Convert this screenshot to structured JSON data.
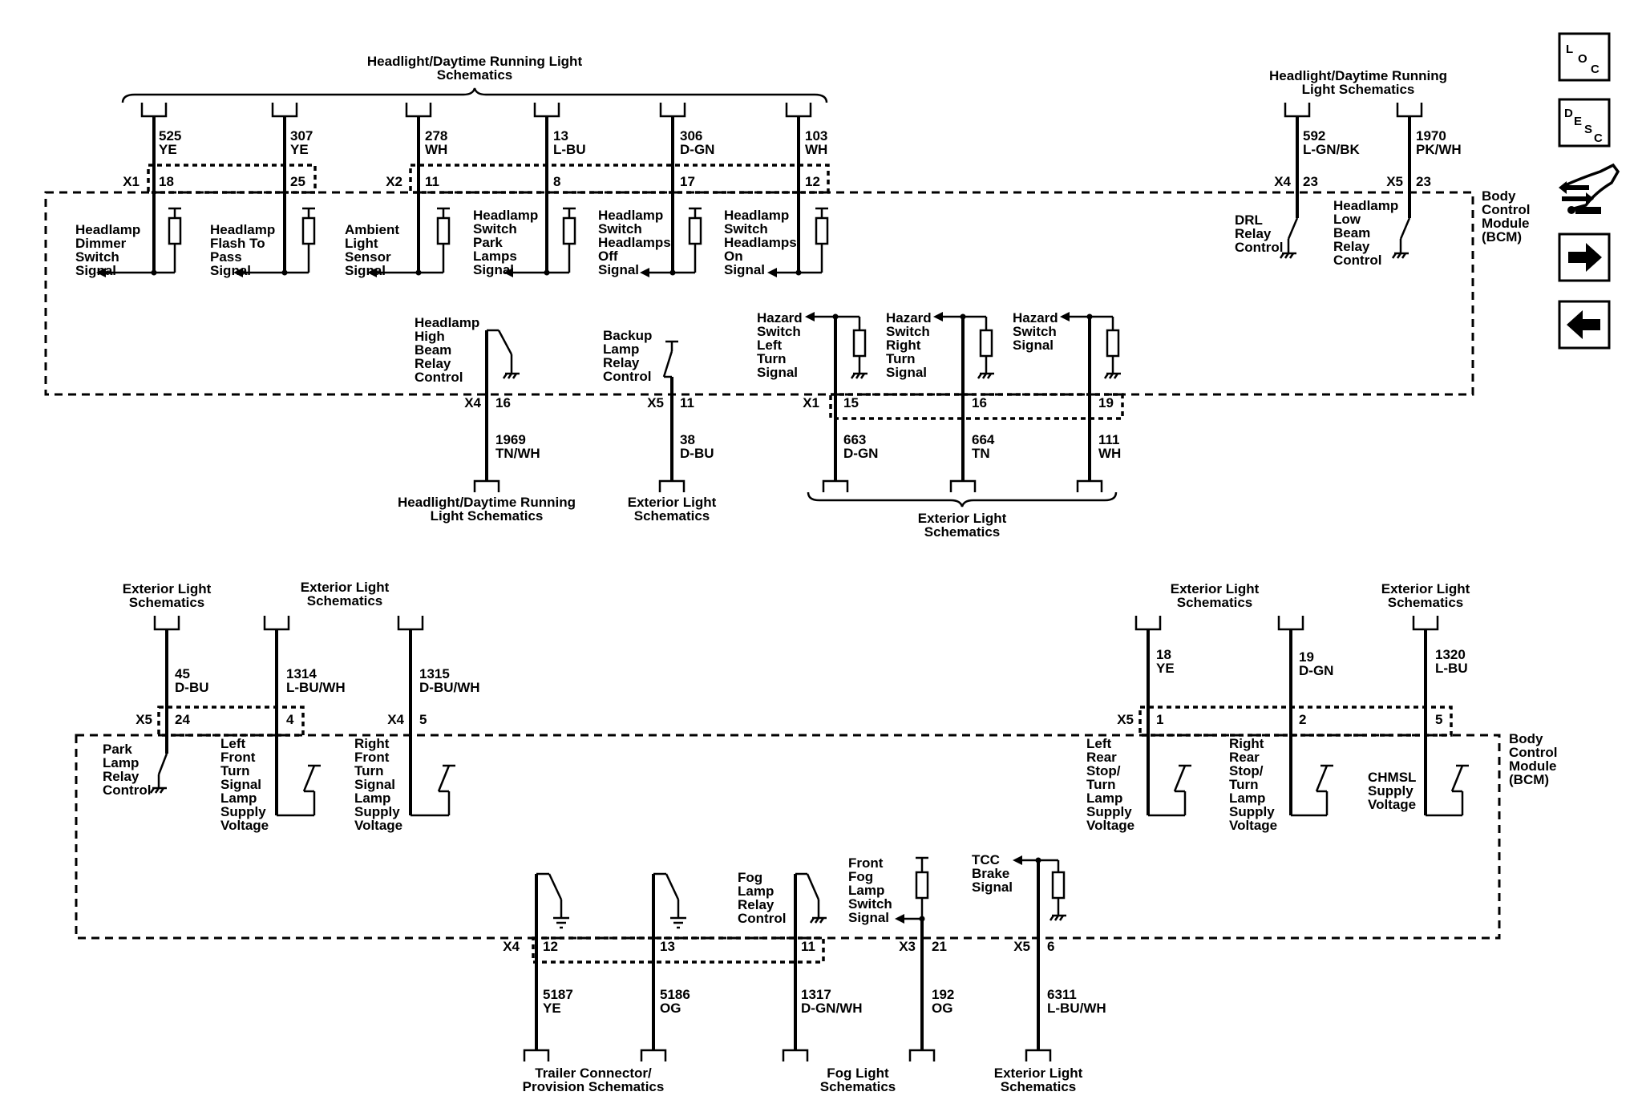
{
  "schematic": {
    "module_label": [
      "Body",
      "Control",
      "Module",
      "(BCM)"
    ],
    "wires": [
      {
        "id": "w525",
        "top": "Headlight/Daytime Running Light Schematics",
        "circuit": "525",
        "color": "YE",
        "conn": "X1",
        "pin": "18",
        "label": [
          "Headlamp",
          "Dimmer",
          "Switch",
          "Signal"
        ]
      },
      {
        "id": "w307",
        "top": "Headlight/Daytime Running Light Schematics",
        "circuit": "307",
        "color": "YE",
        "conn": "X1",
        "pin": "25",
        "label": [
          "Headlamp",
          "Flash To",
          "Pass",
          "Signal"
        ]
      },
      {
        "id": "w278",
        "top": "Headlight/Daytime Running Light Schematics",
        "circuit": "278",
        "color": "WH",
        "conn": "X2",
        "pin": "11",
        "label": [
          "Ambient",
          "Light",
          "Sensor",
          "Signal"
        ]
      },
      {
        "id": "w13",
        "top": "Headlight/Daytime Running Light Schematics",
        "circuit": "13",
        "color": "L-BU",
        "conn": "X2",
        "pin": "8",
        "label": [
          "Headlamp",
          "Switch",
          "Park",
          "Lamps",
          "Signal"
        ]
      },
      {
        "id": "w306",
        "top": "Headlight/Daytime Running Light Schematics",
        "circuit": "306",
        "color": "D-GN",
        "conn": "X2",
        "pin": "17",
        "label": [
          "Headlamp",
          "Switch",
          "Headlamps",
          "Off",
          "Signal"
        ]
      },
      {
        "id": "w103",
        "top": "Headlight/Daytime Running Light Schematics",
        "circuit": "103",
        "color": "WH",
        "conn": "X2",
        "pin": "12",
        "label": [
          "Headlamp",
          "Switch",
          "Headlamps",
          "On",
          "Signal"
        ]
      },
      {
        "id": "w592",
        "top": "Headlight/Daytime Running Light Schematics",
        "circuit": "592",
        "color": "L-GN/BK",
        "conn": "X4",
        "pin": "23",
        "label": [
          "DRL",
          "Relay",
          "Control"
        ]
      },
      {
        "id": "w1970",
        "top": "Headlight/Daytime Running Light Schematics",
        "circuit": "1970",
        "color": "PK/WH",
        "conn": "X5",
        "pin": "23",
        "label": [
          "Headlamp",
          "Low",
          "Beam",
          "Relay",
          "Control"
        ]
      },
      {
        "id": "w1969",
        "bottom": "Headlight/Daytime Running Light Schematics",
        "circuit": "1969",
        "color": "TN/WH",
        "conn": "X4",
        "pin": "16",
        "label": [
          "Headlamp",
          "High",
          "Beam",
          "Relay",
          "Control"
        ]
      },
      {
        "id": "w38",
        "bottom": "Exterior Light Schematics",
        "circuit": "38",
        "color": "D-BU",
        "conn": "X5",
        "pin": "11",
        "label": [
          "Backup",
          "Lamp",
          "Relay",
          "Control"
        ]
      },
      {
        "id": "w663",
        "bottom": "Exterior Light Schematics",
        "circuit": "663",
        "color": "D-GN",
        "conn": "X1",
        "pin": "15",
        "label": [
          "Hazard",
          "Switch",
          "Left",
          "Turn",
          "Signal"
        ]
      },
      {
        "id": "w664",
        "bottom": "Exterior Light Schematics",
        "circuit": "664",
        "color": "TN",
        "conn": "X1",
        "pin": "16",
        "label": [
          "Hazard",
          "Switch",
          "Right",
          "Turn",
          "Signal"
        ]
      },
      {
        "id": "w111",
        "bottom": "Exterior Light Schematics",
        "circuit": "111",
        "color": "WH",
        "conn": "X1",
        "pin": "19",
        "label": [
          "Hazard",
          "Switch",
          "Signal"
        ]
      },
      {
        "id": "w45",
        "top": "Exterior Light Schematics",
        "circuit": "45",
        "color": "D-BU",
        "conn": "X5",
        "pin": "24",
        "label": [
          "Park",
          "Lamp",
          "Relay",
          "Control"
        ]
      },
      {
        "id": "w1314",
        "top": "Exterior Light Schematics",
        "circuit": "1314",
        "color": "L-BU/WH",
        "conn": "X5",
        "pin": "4",
        "label": [
          "Left",
          "Front",
          "Turn",
          "Signal",
          "Lamp",
          "Supply",
          "Voltage"
        ]
      },
      {
        "id": "w1315",
        "top": "Exterior Light Schematics",
        "circuit": "1315",
        "color": "D-BU/WH",
        "conn": "X4",
        "pin": "5",
        "label": [
          "Right",
          "Front",
          "Turn",
          "Signal",
          "Lamp",
          "Supply",
          "Voltage"
        ]
      },
      {
        "id": "w18",
        "top": "Exterior Light Schematics",
        "circuit": "18",
        "color": "YE",
        "conn": "X5",
        "pin": "1",
        "label": [
          "Left",
          "Rear",
          "Stop/",
          "Turn",
          "Lamp",
          "Supply",
          "Voltage"
        ]
      },
      {
        "id": "w19",
        "top": "Exterior Light Schematics",
        "circuit": "19",
        "color": "D-GN",
        "conn": "X5",
        "pin": "2",
        "label": [
          "Right",
          "Rear",
          "Stop/",
          "Turn",
          "Lamp",
          "Supply",
          "Voltage"
        ]
      },
      {
        "id": "w1320",
        "top": "Exterior Light Schematics",
        "circuit": "1320",
        "color": "L-BU",
        "conn": "X5",
        "pin": "5",
        "label": [
          "CHMSL",
          "Supply",
          "Voltage"
        ]
      },
      {
        "id": "w5187",
        "bottom": "Trailer Connector/ Provision Schematics",
        "circuit": "5187",
        "color": "YE",
        "conn": "X4",
        "pin": "12",
        "label": []
      },
      {
        "id": "w5186",
        "bottom": "Trailer Connector/ Provision Schematics",
        "circuit": "5186",
        "color": "OG",
        "conn": "X4",
        "pin": "13",
        "label": []
      },
      {
        "id": "w1317",
        "bottom": "Fog Light Schematics",
        "circuit": "1317",
        "color": "D-GN/WH",
        "conn": "X4",
        "pin": "11",
        "label": [
          "Fog",
          "Lamp",
          "Relay",
          "Control"
        ]
      },
      {
        "id": "w192",
        "bottom": "Fog Light Schematics",
        "circuit": "192",
        "color": "OG",
        "conn": "X3",
        "pin": "21",
        "label": [
          "Front",
          "Fog",
          "Lamp",
          "Switch",
          "Signal"
        ]
      },
      {
        "id": "w6311",
        "bottom": "Exterior Light Schematics",
        "circuit": "6311",
        "color": "L-BU/WH",
        "conn": "X5",
        "pin": "6",
        "label": [
          "TCC",
          "Brake",
          "Signal"
        ]
      }
    ],
    "references": [
      {
        "id": "ref-top-hdl",
        "lines": [
          "Headlight/Daytime Running Light",
          "Schematics"
        ]
      },
      {
        "id": "ref-top-right",
        "lines": [
          "Headlight/Daytime Running",
          "Light Schematics"
        ]
      },
      {
        "id": "ref-mid-hdl",
        "lines": [
          "Headlight/Daytime Running",
          "Light Schematics"
        ]
      },
      {
        "id": "ref-mid-ext",
        "lines": [
          "Exterior Light",
          "Schematics"
        ]
      },
      {
        "id": "ref-mid-ext-brace",
        "lines": [
          "Exterior Light",
          "Schematics"
        ]
      },
      {
        "id": "ref-b45",
        "lines": [
          "Exterior Light",
          "Schematics"
        ]
      },
      {
        "id": "ref-b1314",
        "lines": [
          "Exterior Light",
          "Schematics"
        ]
      },
      {
        "id": "ref-b18",
        "lines": [
          "Exterior Light",
          "Schematics"
        ]
      },
      {
        "id": "ref-b1320",
        "lines": [
          "Exterior Light",
          "Schematics"
        ]
      },
      {
        "id": "ref-trailer",
        "lines": [
          "Trailer Connector/",
          "Provision Schematics"
        ]
      },
      {
        "id": "ref-fog",
        "lines": [
          "Fog Light",
          "Schematics"
        ]
      },
      {
        "id": "ref-ext-bottom",
        "lines": [
          "Exterior Light",
          "Schematics"
        ]
      }
    ]
  },
  "nav": {
    "loc": [
      "L",
      "O",
      "C"
    ],
    "desc": [
      "D",
      "E",
      "S",
      "C"
    ],
    "buttons": [
      "loc-button",
      "desc-button",
      "connector-view-button",
      "next-button",
      "previous-button"
    ]
  }
}
